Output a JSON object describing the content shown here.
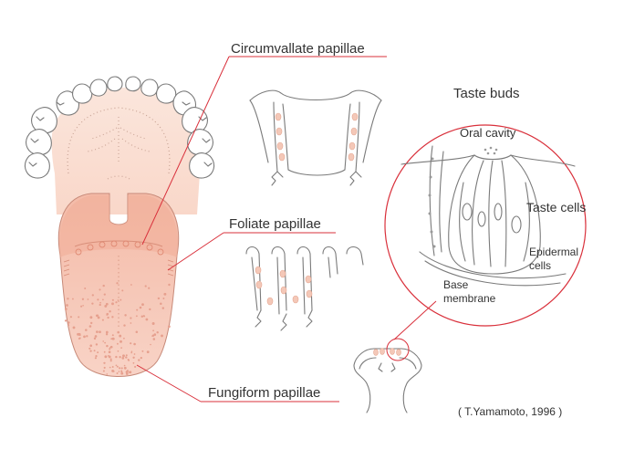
{
  "labels": {
    "circumvallate": "Circumvallate papillae",
    "foliate": "Foliate papillae",
    "fungiform": "Fungiform papillae",
    "taste_buds": "Taste buds",
    "oral_cavity": "Oral cavity",
    "taste_cells": "Taste cells",
    "epidermal_line1": "Epidermal",
    "epidermal_line2": "cells",
    "base_line1": "Base",
    "base_line2": "membrane"
  },
  "credit": "( T.Yamamoto, 1996 )",
  "colors": {
    "leader": "#d9303b",
    "outline": "#7a7a7a",
    "tongue_fill": "#f6c8b6",
    "palate_fill": "#fbe3d8",
    "bud_dot": "#e6a08e"
  }
}
